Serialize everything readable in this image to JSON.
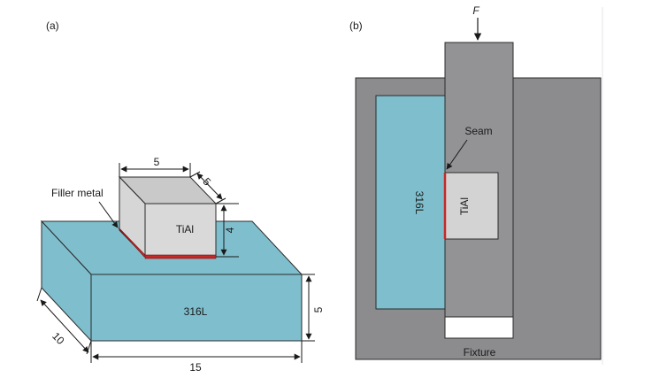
{
  "panel_a": {
    "label": "(a)",
    "base_material": "316L",
    "top_material": "TiAl",
    "filler_label": "Filler metal",
    "dims": {
      "top_width": "5",
      "top_depth": "5",
      "top_height": "4",
      "base_height": "5",
      "base_depth": "10",
      "base_width": "15"
    }
  },
  "panel_b": {
    "label": "(b)",
    "force_label": "F",
    "seam_label": "Seam",
    "left_material": "316L",
    "right_material": "TiAl",
    "fixture_label": "Fixture"
  },
  "colors": {
    "steel": "#7fbfcd",
    "tial": "#d3d3d3",
    "fixture": "#8c8c8e",
    "plunger": "#939396",
    "filler": "#c62828",
    "outline": "#2b2b2b"
  }
}
